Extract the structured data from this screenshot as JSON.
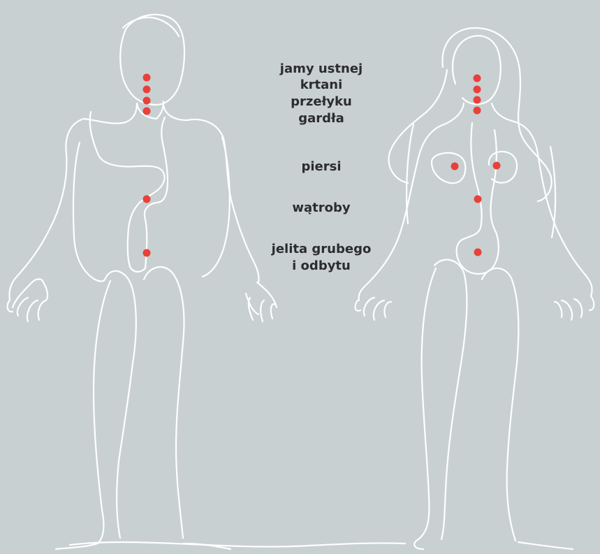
{
  "labels": {
    "mouth": "jamy ustnej",
    "larynx": "krtani",
    "esophagus": "przełyku",
    "throat": "gardła",
    "breast": "piersi",
    "liver": "wątroby",
    "colon_line1": "jelita grubego",
    "colon_line2": "i odbytu"
  },
  "colors": {
    "background": "#c8d0d2",
    "outline": "#ffffff",
    "marker": "#e8413a",
    "text": "#2c2c2c"
  },
  "figures": [
    "male-figure",
    "female-figure"
  ]
}
